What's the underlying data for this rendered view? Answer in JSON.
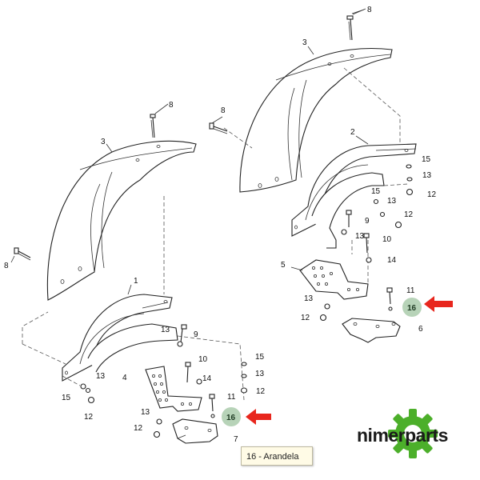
{
  "callouts": {
    "l_8_top": "8",
    "l_8_left": "8",
    "l_3": "3",
    "l_1": "1",
    "l_13_a": "13",
    "l_9": "9",
    "l_15_a": "15",
    "l_13_b": "13",
    "l_12_a": "12",
    "l_10": "10",
    "l_14": "14",
    "l_4": "4",
    "l_11": "11",
    "l_13_c": "13",
    "l_12_b": "12",
    "l_7": "7",
    "l_15_b": "15",
    "l_13_d": "13",
    "l_12_c": "12",
    "l_16_left": "16",
    "r_8_top": "8",
    "r_8_left": "8",
    "r_3": "3",
    "r_2": "2",
    "r_15_a": "15",
    "r_13_a": "13",
    "r_12_a": "12",
    "r_15_b": "15",
    "r_13_b": "13",
    "r_9": "9",
    "r_12_b": "12",
    "r_13_c": "13",
    "r_10": "10",
    "r_14": "14",
    "r_5": "5",
    "r_11": "11",
    "r_13_d": "13",
    "r_12_c": "12",
    "r_6": "6",
    "r_16_right": "16"
  },
  "caption": "16 - Arandela",
  "logo": "nimerparts",
  "colors": {
    "highlight": "#9fc4a0",
    "arrow": "#e8261d",
    "logo_green": "#4caf2a"
  }
}
